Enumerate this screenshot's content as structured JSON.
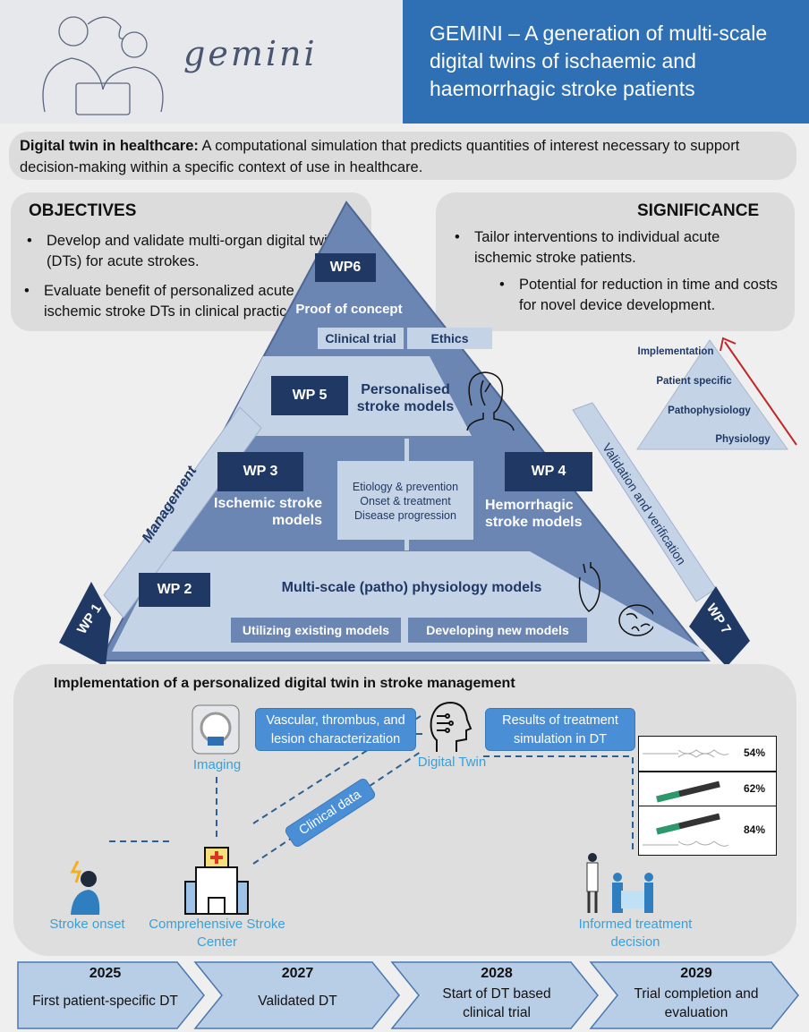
{
  "header": {
    "logo_text": "gemini",
    "title": "GEMINI – A generation of multi-scale digital twins of ischaemic and haemorrhagic stroke patients"
  },
  "definition": {
    "term": "Digital twin in healthcare:",
    "text": " A computational simulation that predicts quantities of interest necessary to support decision-making within a specific context of use in healthcare."
  },
  "objectives": {
    "title": "OBJECTIVES",
    "items": [
      "Develop and validate multi-organ digital twins (DTs) for acute strokes.",
      "Evaluate benefit of personalized acute ischemic stroke DTs in clinical practice."
    ]
  },
  "significance": {
    "title": "SIGNIFICANCE",
    "items": [
      "Tailor interventions to individual acute ischemic stroke patients.",
      "Potential for reduction in time and costs for novel device development."
    ]
  },
  "pyramid": {
    "wp6": {
      "label": "WP6",
      "title": "Proof of concept",
      "subs": [
        "Clinical trial",
        "Ethics"
      ]
    },
    "wp5": {
      "label": "WP 5",
      "title": "Personalised stroke models"
    },
    "wp3": {
      "label": "WP 3",
      "title": "Ischemic stroke models"
    },
    "wp4": {
      "label": "WP 4",
      "title": "Hemorrhagic stroke models"
    },
    "center": [
      "Etiology & prevention",
      "Onset & treatment",
      "Disease progression"
    ],
    "wp2": {
      "label": "WP 2",
      "title": "Multi-scale (patho) physiology models",
      "subs": [
        "Utilizing existing models",
        "Developing new models"
      ]
    },
    "wp1": {
      "label": "WP 1",
      "side": "Management"
    },
    "wp7": {
      "label": "WP 7",
      "side": "Validation and verification"
    }
  },
  "mini_pyramid": [
    "Implementation",
    "Patient specific",
    "Pathophysiology",
    "Physiology"
  ],
  "implementation": {
    "title": "Implementation of a personalized digital twin in stroke management",
    "nodes": {
      "stroke_onset": "Stroke onset",
      "csc": "Comprehensive Stroke Center",
      "imaging": "Imaging",
      "digital_twin": "Digital Twin",
      "decision": "Informed treatment decision"
    },
    "boxes": {
      "characterization": "Vascular, thrombus, and lesion characterization",
      "results": "Results of treatment simulation in DT",
      "clinical": "Clinical data"
    },
    "results": [
      "54%",
      "62%",
      "84%"
    ]
  },
  "timeline": [
    {
      "year": "2025",
      "text": "First patient-specific DT"
    },
    {
      "year": "2027",
      "text": "Validated DT"
    },
    {
      "year": "2028",
      "text": "Start of DT based clinical trial"
    },
    {
      "year": "2029",
      "text": "Trial completion and evaluation"
    }
  ],
  "colors": {
    "header_blue": "#2f6fb3",
    "wp_dark": "#1f3864",
    "pyr_mid": "#6b86b3",
    "pyr_light": "#c5d3e7",
    "flow_blue": "#4a8fd6"
  }
}
